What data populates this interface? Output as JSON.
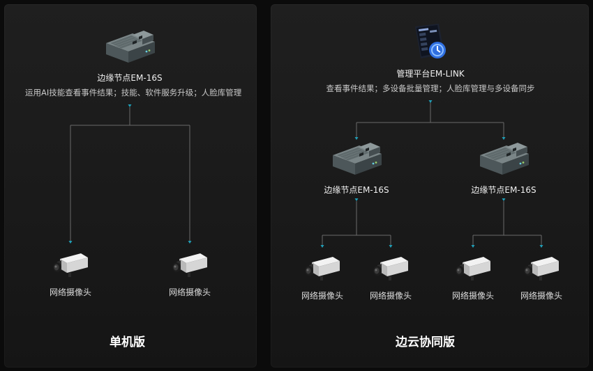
{
  "left": {
    "edition_label": "单机版",
    "edge_node": {
      "title": "边缘节点EM-16S",
      "description": "运用AI技能查看事件结果；技能、软件服务升级；人脸库管理",
      "icon": "edge-device-icon"
    },
    "cameras": [
      {
        "label": "网络摄像头",
        "icon": "camera-icon"
      },
      {
        "label": "网络摄像头",
        "icon": "camera-icon"
      }
    ]
  },
  "right": {
    "edition_label": "边云协同版",
    "platform": {
      "title": "管理平台EM-LINK",
      "description": "查看事件结果；多设备批量管理；人脸库管理与多设备同步",
      "icon": "management-platform-icon"
    },
    "edge_nodes": [
      {
        "title": "边缘节点EM-16S",
        "icon": "edge-device-icon"
      },
      {
        "title": "边缘节点EM-16S",
        "icon": "edge-device-icon"
      }
    ],
    "cameras": [
      {
        "label": "网络摄像头",
        "icon": "camera-icon"
      },
      {
        "label": "网络摄像头",
        "icon": "camera-icon"
      },
      {
        "label": "网络摄像头",
        "icon": "camera-icon"
      },
      {
        "label": "网络摄像头",
        "icon": "camera-icon"
      }
    ]
  },
  "colors": {
    "background": "#0b0b0b",
    "panel": "#1b1b1b",
    "connector_line": "#6e6e6e",
    "connector_arrow": "#1f9fb8",
    "platform_accent": "#2f6fe0"
  }
}
